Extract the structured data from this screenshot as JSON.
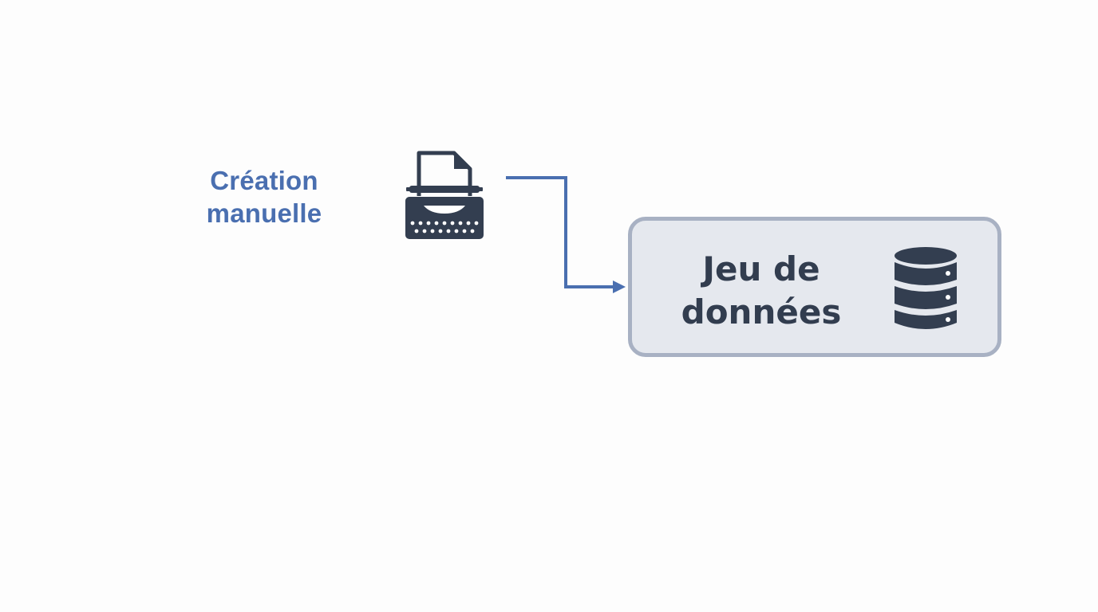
{
  "diagram": {
    "source": {
      "label_line1": "Création",
      "label_line2": "manuelle",
      "icon": "typewriter-icon"
    },
    "target": {
      "label_line1": "Jeu de",
      "label_line2": "données",
      "icon": "database-icon"
    },
    "connector": {
      "from": "source",
      "to": "target",
      "style": "elbow-arrow"
    }
  },
  "colors": {
    "source_label": "#4a6fb0",
    "connector": "#4a6fb0",
    "icon": "#333e50",
    "box_fill": "#e5e8ee",
    "box_border": "#a8b1c3",
    "target_label": "#323d4f"
  }
}
